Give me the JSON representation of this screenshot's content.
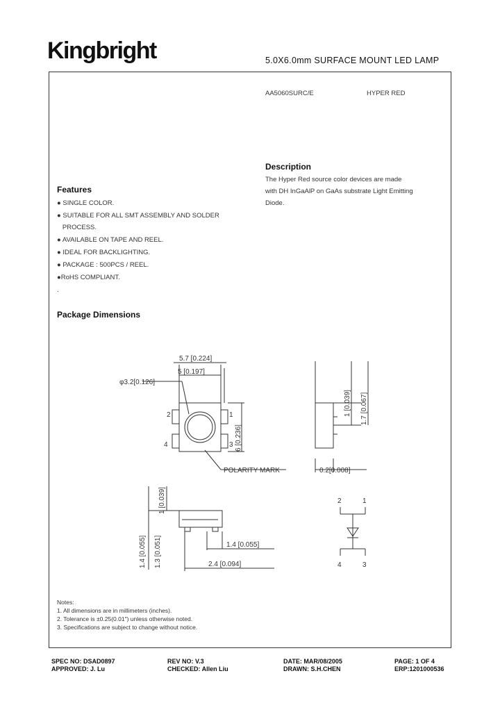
{
  "header": {
    "brand": "Kingbright",
    "title": "5.0X6.0mm  SURFACE  MOUNT  LED  LAMP"
  },
  "part": {
    "number": "AA5060SURC/E",
    "color": "HYPER  RED"
  },
  "description": {
    "heading": "Description",
    "lines": [
      "The Hyper Red source color devices are made",
      "with DH InGaAlP on GaAs substrate Light Emitting",
      "Diode."
    ]
  },
  "features": {
    "heading": "Features",
    "items": [
      "● SINGLE COLOR.",
      "● SUITABLE FOR ALL SMT ASSEMBLY AND SOLDER",
      "   PROCESS.",
      "● AVAILABLE ON TAPE AND REEL.",
      "● IDEAL FOR BACKLIGHTING.",
      "● PACKAGE : 500PCS / REEL.",
      "●RoHS COMPLIANT.",
      "."
    ]
  },
  "package": {
    "heading": "Package Dimensions",
    "dims": {
      "top_width": "5.7 [0.224]",
      "inner_width": "5 [0.197]",
      "hole": "φ3.2[0.126]",
      "height": "6 [0.236]",
      "side_height": "1.7 [0.067]",
      "side_small": "1 [0.039]",
      "lead": "0.2[0.008]",
      "left_height": "1 [0.039]",
      "body_h1": "1.4 [0.055]",
      "body_h2": "1.3 [0.051]",
      "pad_w1": "1.4 [0.055]",
      "pad_w2": "2.4 [0.094]",
      "polarity": "POLARITY  MARK",
      "pin_top_left": "2",
      "pin_top_right": "1",
      "pin_bottom_left": "4",
      "pin_bottom_right": "3",
      "top_pin_2": "2",
      "top_pin_1": "1",
      "top_pin_4": "4",
      "top_pin_3": "3"
    }
  },
  "notes": {
    "heading": "Notes:",
    "lines": [
      "1. All dimensions are in millimeters (inches).",
      "2. Tolerance is ±0.25(0.01\") unless otherwise noted.",
      "3. Specifications are subject to change without notice."
    ]
  },
  "footer": {
    "spec_no": "SPEC NO: DSAD0897",
    "rev_no": "REV NO: V.3",
    "date": "DATE: MAR/08/2005",
    "page": "PAGE: 1 OF 4",
    "approved": "APPROVED: J. Lu",
    "checked": "CHECKED: Allen Liu",
    "drawn": "DRAWN: S.H.CHEN",
    "erp": "ERP:1201000536"
  }
}
